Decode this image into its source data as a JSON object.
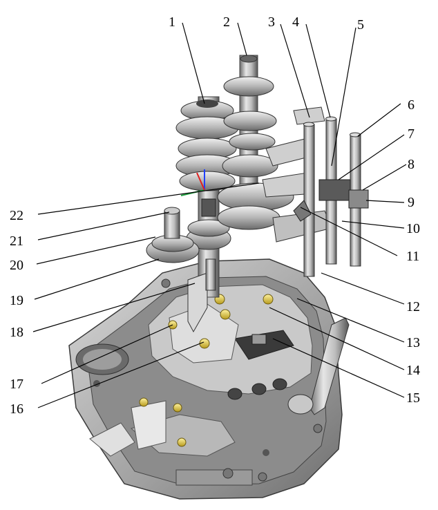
{
  "callouts": [
    {
      "id": "1",
      "label": "1"
    },
    {
      "id": "2",
      "label": "2"
    },
    {
      "id": "3",
      "label": "3"
    },
    {
      "id": "4",
      "label": "4"
    },
    {
      "id": "5",
      "label": "5"
    },
    {
      "id": "6",
      "label": "6"
    },
    {
      "id": "7",
      "label": "7"
    },
    {
      "id": "8",
      "label": "8"
    },
    {
      "id": "9",
      "label": "9"
    },
    {
      "id": "10",
      "label": "10"
    },
    {
      "id": "11",
      "label": "11"
    },
    {
      "id": "12",
      "label": "12"
    },
    {
      "id": "13",
      "label": "13"
    },
    {
      "id": "14",
      "label": "14"
    },
    {
      "id": "15",
      "label": "15"
    },
    {
      "id": "16",
      "label": "16"
    },
    {
      "id": "17",
      "label": "17"
    },
    {
      "id": "18",
      "label": "18"
    },
    {
      "id": "19",
      "label": "19"
    },
    {
      "id": "20",
      "label": "20"
    },
    {
      "id": "21",
      "label": "21"
    },
    {
      "id": "22",
      "label": "22"
    }
  ],
  "colors": {
    "metal_light": "#d9d9d9",
    "metal_mid": "#a8a8a8",
    "metal_dark": "#5a5a5a",
    "bolt_yellow": "#e8d24a",
    "leader_line": "#000000"
  }
}
